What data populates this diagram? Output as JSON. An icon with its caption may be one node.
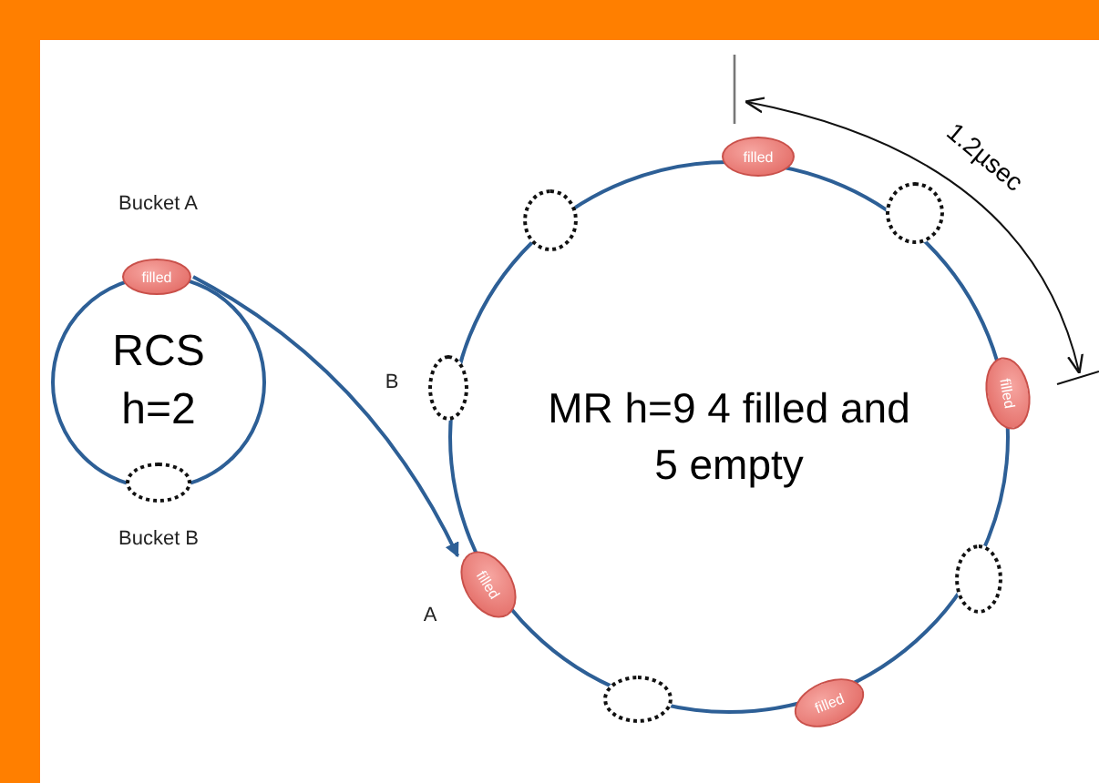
{
  "diagram": {
    "nodes": [
      {
        "text": [
          "RCS h=2"
        ]
      },
      {
        "text": [
          "filled"
        ],
        "beside": [
          "Bucket A"
        ]
      },
      {
        "text": [],
        "shape": "circle",
        "beside": [
          "Bucket B"
        ]
      },
      {
        "text": [
          "MR h=9 4 filled and 5 empty"
        ]
      },
      {
        "text": [
          "filled"
        ]
      },
      {
        "text": [],
        "shape": "circle"
      },
      {
        "text": [
          "filled"
        ]
      },
      {
        "text": [],
        "shape": "circle"
      },
      {
        "text": [
          "filled"
        ]
      },
      {
        "text": [],
        "shape": "circle"
      },
      {
        "text": [
          "filled"
        ],
        "beside": [
          "A"
        ]
      },
      {
        "text": [],
        "shape": "circle",
        "beside": [
          "B"
        ]
      },
      {
        "text": [],
        "shape": "circle"
      }
    ],
    "edges": [
      {
        "from": 1,
        "to": 10,
        "arrow": "to"
      }
    ],
    "labels": [
      "1.2µsec"
    ]
  }
}
